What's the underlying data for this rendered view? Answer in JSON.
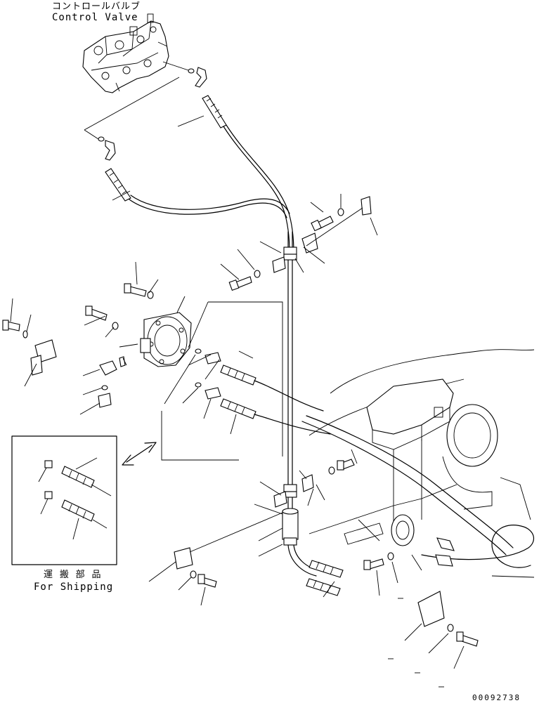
{
  "labels": {
    "control_valve_jp": "コントロールバルブ",
    "control_valve_en": "Control Valve",
    "shipping_jp": "運 搬 部 品",
    "shipping_en": "For Shipping",
    "drawing_number": "00092738"
  },
  "colors": {
    "ink": "#000000",
    "paper": "#ffffff"
  },
  "icons": {
    "exchange_arrow": "double-arrow-icon"
  }
}
